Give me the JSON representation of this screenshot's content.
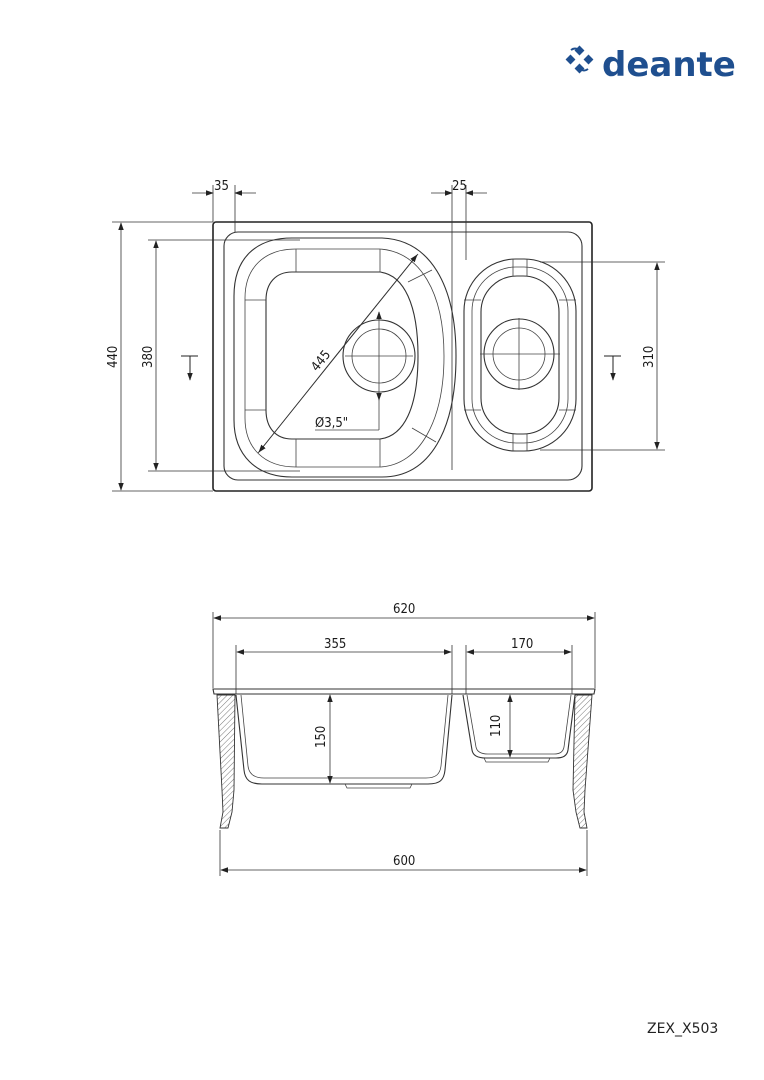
{
  "logo": {
    "text": "deante",
    "color": "#1f4f8f"
  },
  "product_code": "ZEX_X503",
  "top_view": {
    "dims": {
      "rim_left": "35",
      "divider_gap": "25",
      "overall_depth": "440",
      "bowl_depth": "380",
      "diagonal": "445",
      "drain": "Ø3,5\"",
      "small_bowl_depth": "310"
    }
  },
  "side_view": {
    "dims": {
      "overall_width": "620",
      "large_bowl_width": "355",
      "small_bowl_width": "170",
      "large_bowl_depth": "150",
      "small_bowl_depth": "110",
      "cabinet_width": "600"
    }
  },
  "icons": [
    "deante-logo-icon",
    "arrow-icon"
  ]
}
